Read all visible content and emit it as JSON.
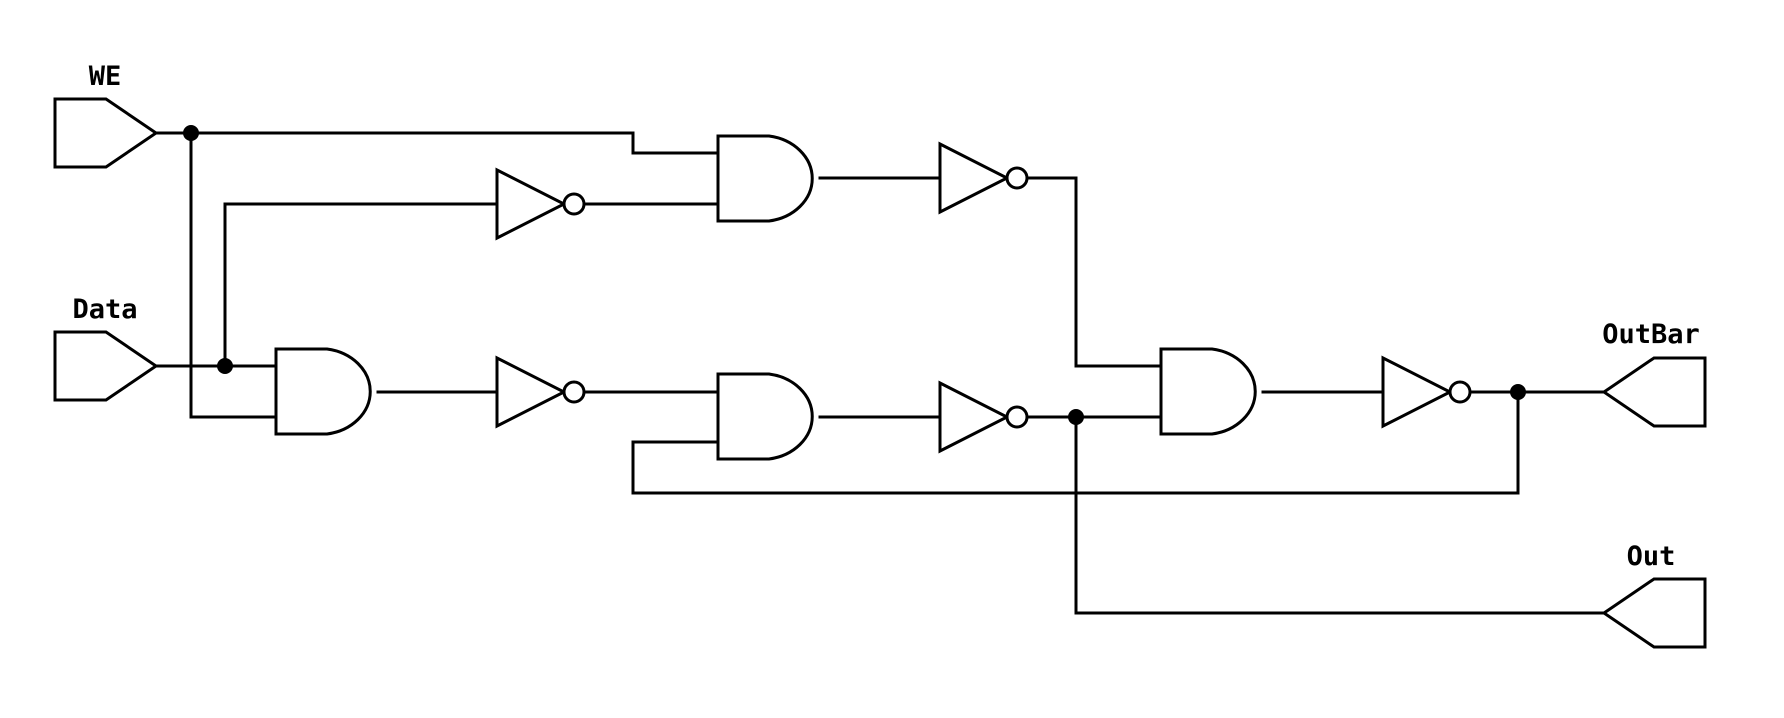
{
  "ports": {
    "we": "WE",
    "data": "Data",
    "outbar": "OutBar",
    "out": "Out"
  }
}
